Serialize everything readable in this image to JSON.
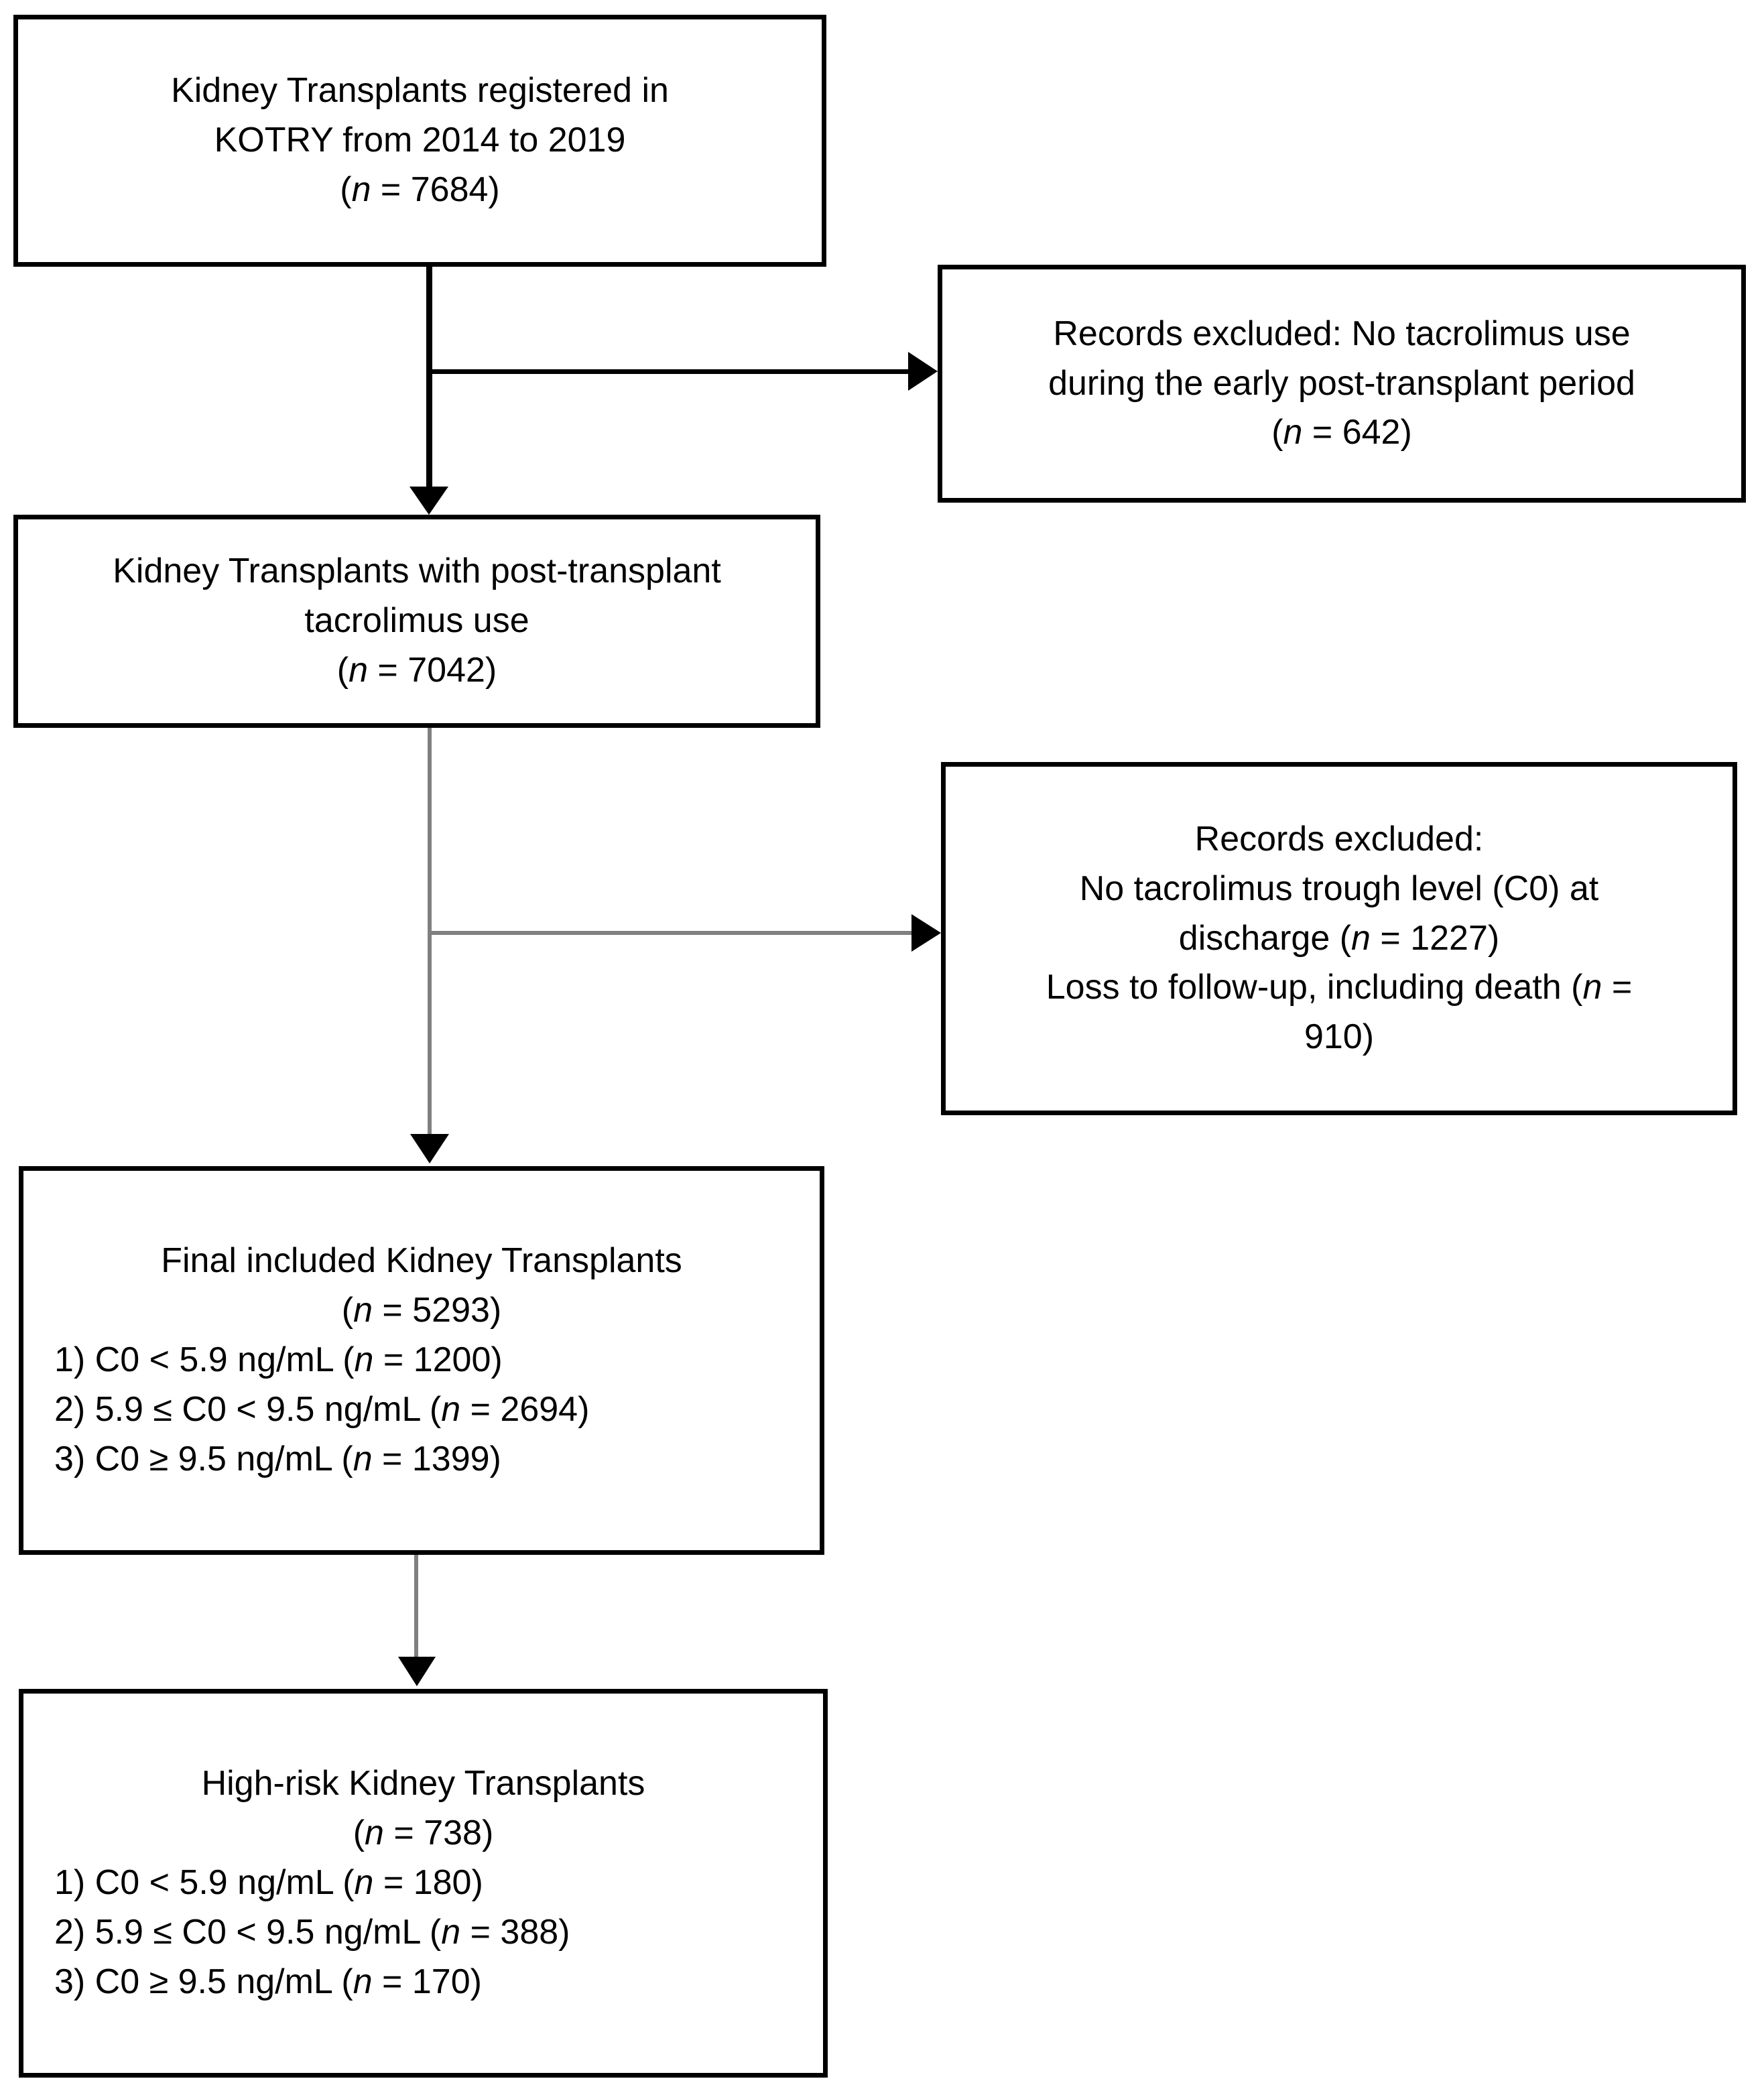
{
  "figure": {
    "type": "flowchart",
    "title": "Study population selection flow diagram",
    "orientation": "top-to-bottom",
    "colors": {
      "border": "#000000",
      "background": "#ffffff",
      "text": "#000000",
      "connector_dark": "#000000",
      "connector_gray": "#808080"
    }
  },
  "nodes": {
    "enrolled": {
      "id": "enrolled",
      "lines": [
        "Kidney Transplants registered in",
        "KOTRY from 2014 to 2019"
      ],
      "count_line": "(n = 7684)",
      "count_prefix": "(",
      "count_italic": "n",
      "count_suffix": " = 7684)",
      "n": 7684
    },
    "excluded_1": {
      "id": "excluded-no-tacrolimus",
      "lines": [
        "Records excluded: No tacrolimus use",
        "during the early post-transplant period"
      ],
      "count_prefix": "(",
      "count_italic": "n",
      "count_suffix": " = 642)",
      "n": 642
    },
    "tacrolimus_use": {
      "id": "tacrolimus-use",
      "lines": [
        "Kidney Transplants with post-transplant",
        "tacrolimus use"
      ],
      "count_prefix": "(",
      "count_italic": "n",
      "count_suffix": " = 7042)",
      "n": 7042
    },
    "excluded_2": {
      "id": "excluded-no-c0-or-lost",
      "heading": "Records excluded:",
      "reason_1": {
        "text_a": "No tacrolimus trough level (C0) at",
        "text_b": "discharge (",
        "italic": "n",
        "text_c": " = 1227)",
        "n": 1227
      },
      "reason_2": {
        "text_a": "Loss to follow-up, including death (",
        "italic": "n",
        "text_b": " =",
        "text_c": "910)",
        "n": 910
      }
    },
    "final_included": {
      "id": "final-included",
      "title": "Final included Kidney Transplants",
      "count_prefix": "(",
      "count_italic": "n",
      "count_suffix": " = 5293)",
      "n": 5293,
      "groups": [
        {
          "label": "1) C0 < 5.9 ng/mL (",
          "italic": "n",
          "tail": " = 1200)",
          "n": 1200
        },
        {
          "label": "2) 5.9 ≤ C0 < 9.5 ng/mL (",
          "italic": "n",
          "tail": " = 2694)",
          "n": 2694
        },
        {
          "label": "3) C0 ≥ 9.5 ng/mL (",
          "italic": "n",
          "tail": " = 1399)",
          "n": 1399
        }
      ]
    },
    "high_risk": {
      "id": "high-risk",
      "title": "High-risk Kidney Transplants",
      "count_prefix": "(",
      "count_italic": "n",
      "count_suffix": " = 738)",
      "n": 738,
      "groups": [
        {
          "label": "1) C0 < 5.9 ng/mL (",
          "italic": "n",
          "tail": " = 180)",
          "n": 180
        },
        {
          "label": "2) 5.9 ≤ C0 < 9.5 ng/mL (",
          "italic": "n",
          "tail": " = 388)",
          "n": 388
        },
        {
          "label": "3) C0 ≥ 9.5 ng/mL (",
          "italic": "n",
          "tail": " = 170)",
          "n": 170
        }
      ]
    }
  },
  "connectors": [
    {
      "id": "enrolled-to-tacrolimus-use",
      "from": "enrolled",
      "to": "tacrolimus_use",
      "style": "solid-black",
      "arrowhead": "down"
    },
    {
      "id": "enrolled-to-excluded-1",
      "from": "enrolled",
      "to": "excluded_1",
      "style": "solid-black",
      "arrowhead": "right"
    },
    {
      "id": "tacrolimus-use-to-final",
      "from": "tacrolimus_use",
      "to": "final_included",
      "style": "solid-gray",
      "arrowhead": "down"
    },
    {
      "id": "tacrolimus-use-to-excluded-2",
      "from": "tacrolimus_use",
      "to": "excluded_2",
      "style": "solid-gray",
      "arrowhead": "right"
    },
    {
      "id": "final-to-high-risk",
      "from": "final_included",
      "to": "high_risk",
      "style": "solid-gray",
      "arrowhead": "down"
    }
  ]
}
